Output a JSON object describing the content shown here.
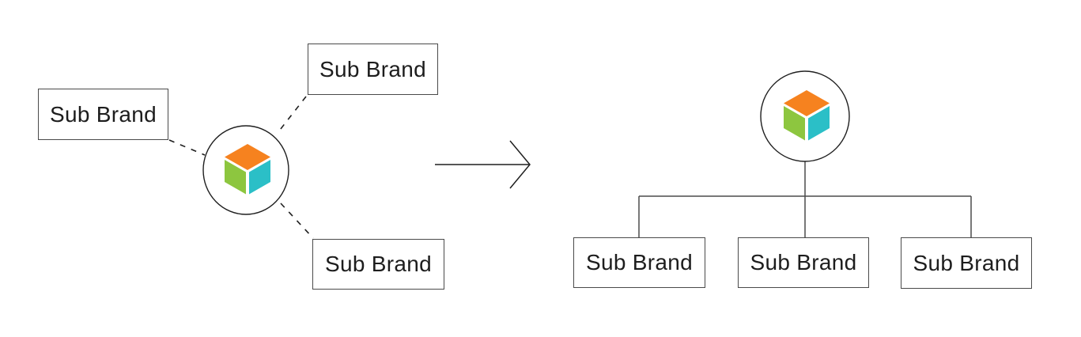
{
  "diagram": {
    "before": {
      "hub_icon": "cube-logo",
      "boxes": [
        {
          "label": "Sub Brand"
        },
        {
          "label": "Sub Brand"
        },
        {
          "label": "Sub Brand"
        }
      ]
    },
    "transform_icon": "right-arrow",
    "after": {
      "root_icon": "cube-logo",
      "boxes": [
        {
          "label": "Sub Brand"
        },
        {
          "label": "Sub Brand"
        },
        {
          "label": "Sub Brand"
        }
      ]
    },
    "colors": {
      "cube_orange": "#f6821f",
      "cube_green": "#8dc63f",
      "cube_teal": "#2bbfc7",
      "stroke_dark": "#1f1f1f",
      "stroke_connector": "#4b4b4b"
    }
  }
}
